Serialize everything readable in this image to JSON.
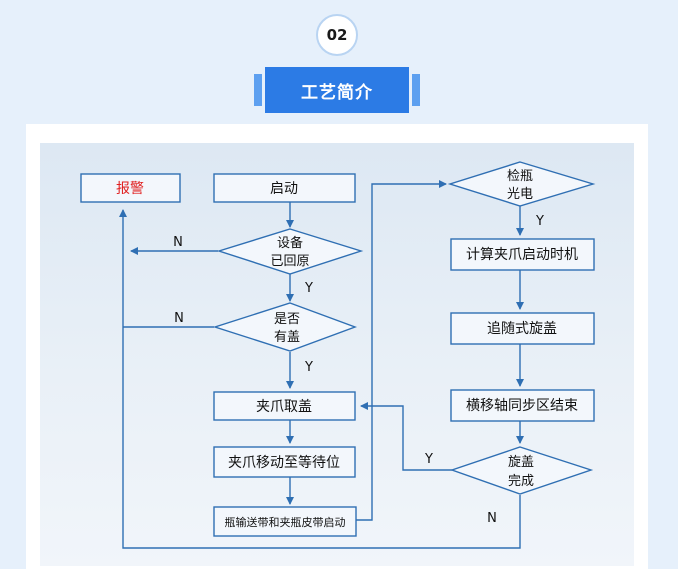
{
  "header": {
    "badge": "02",
    "title": "工艺简介"
  },
  "flowchart": {
    "nodes": {
      "alarm": "报警",
      "start": "启动",
      "device_reset_l1": "设备",
      "device_reset_l2": "已回原",
      "has_cap_l1": "是否",
      "has_cap_l2": "有盖",
      "grab_cap": "夹爪取盖",
      "move_wait": "夹爪移动至等待位",
      "belts_start": "瓶输送带和夹瓶皮带启动",
      "detect_l1": "检瓶",
      "detect_l2": "光电",
      "calc_timing": "计算夹爪启动时机",
      "follow_screw": "追随式旋盖",
      "axis_sync_end": "横移轴同步区结束",
      "screw_done_l1": "旋盖",
      "screw_done_l2": "完成"
    },
    "edge_labels": {
      "n1": "N",
      "n2": "N",
      "y1": "Y",
      "y2": "Y",
      "y3": "Y",
      "y4": "Y",
      "n3": "N"
    }
  },
  "colors": {
    "accent": "#2c7be5",
    "line": "#2f6fb3",
    "alarm_text": "#e02020",
    "page_bg": "#e6f0fb"
  }
}
